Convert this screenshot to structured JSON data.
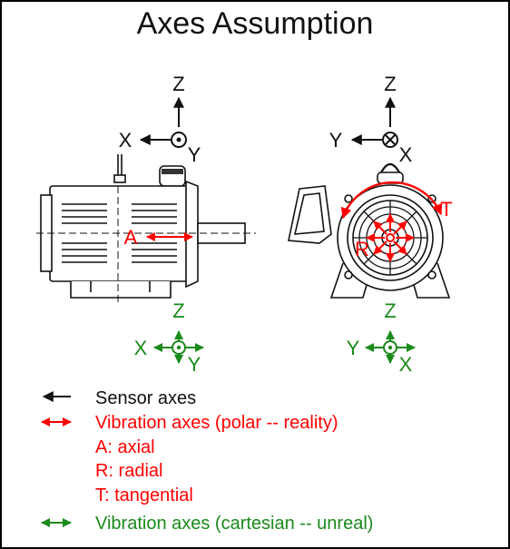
{
  "title": "Axes Assumption",
  "colors": {
    "sensor": "#111111",
    "polar": "#ff0000",
    "cartesian": "#1a8a1a",
    "outline": "#111111"
  },
  "side_view": {
    "sensor_axes": {
      "up": "Z",
      "left": "X",
      "out": "Y"
    },
    "polar_label": "A",
    "cartesian_axes": {
      "up": "Z",
      "left": "X",
      "down": "Y"
    }
  },
  "end_view": {
    "sensor_axes": {
      "up": "Z",
      "left": "Y",
      "out": "X"
    },
    "polar_labels": {
      "tangential": "T",
      "radial": "R"
    },
    "cartesian_axes": {
      "up": "Z",
      "left": "Y",
      "down": "X"
    }
  },
  "legend": {
    "sensor": "Sensor axes",
    "polar": "Vibration axes (polar -- reality)",
    "polar_defs": [
      "A: axial",
      "R: radial",
      "T: tangential"
    ],
    "cartesian": "Vibration axes (cartesian -- unreal)"
  }
}
